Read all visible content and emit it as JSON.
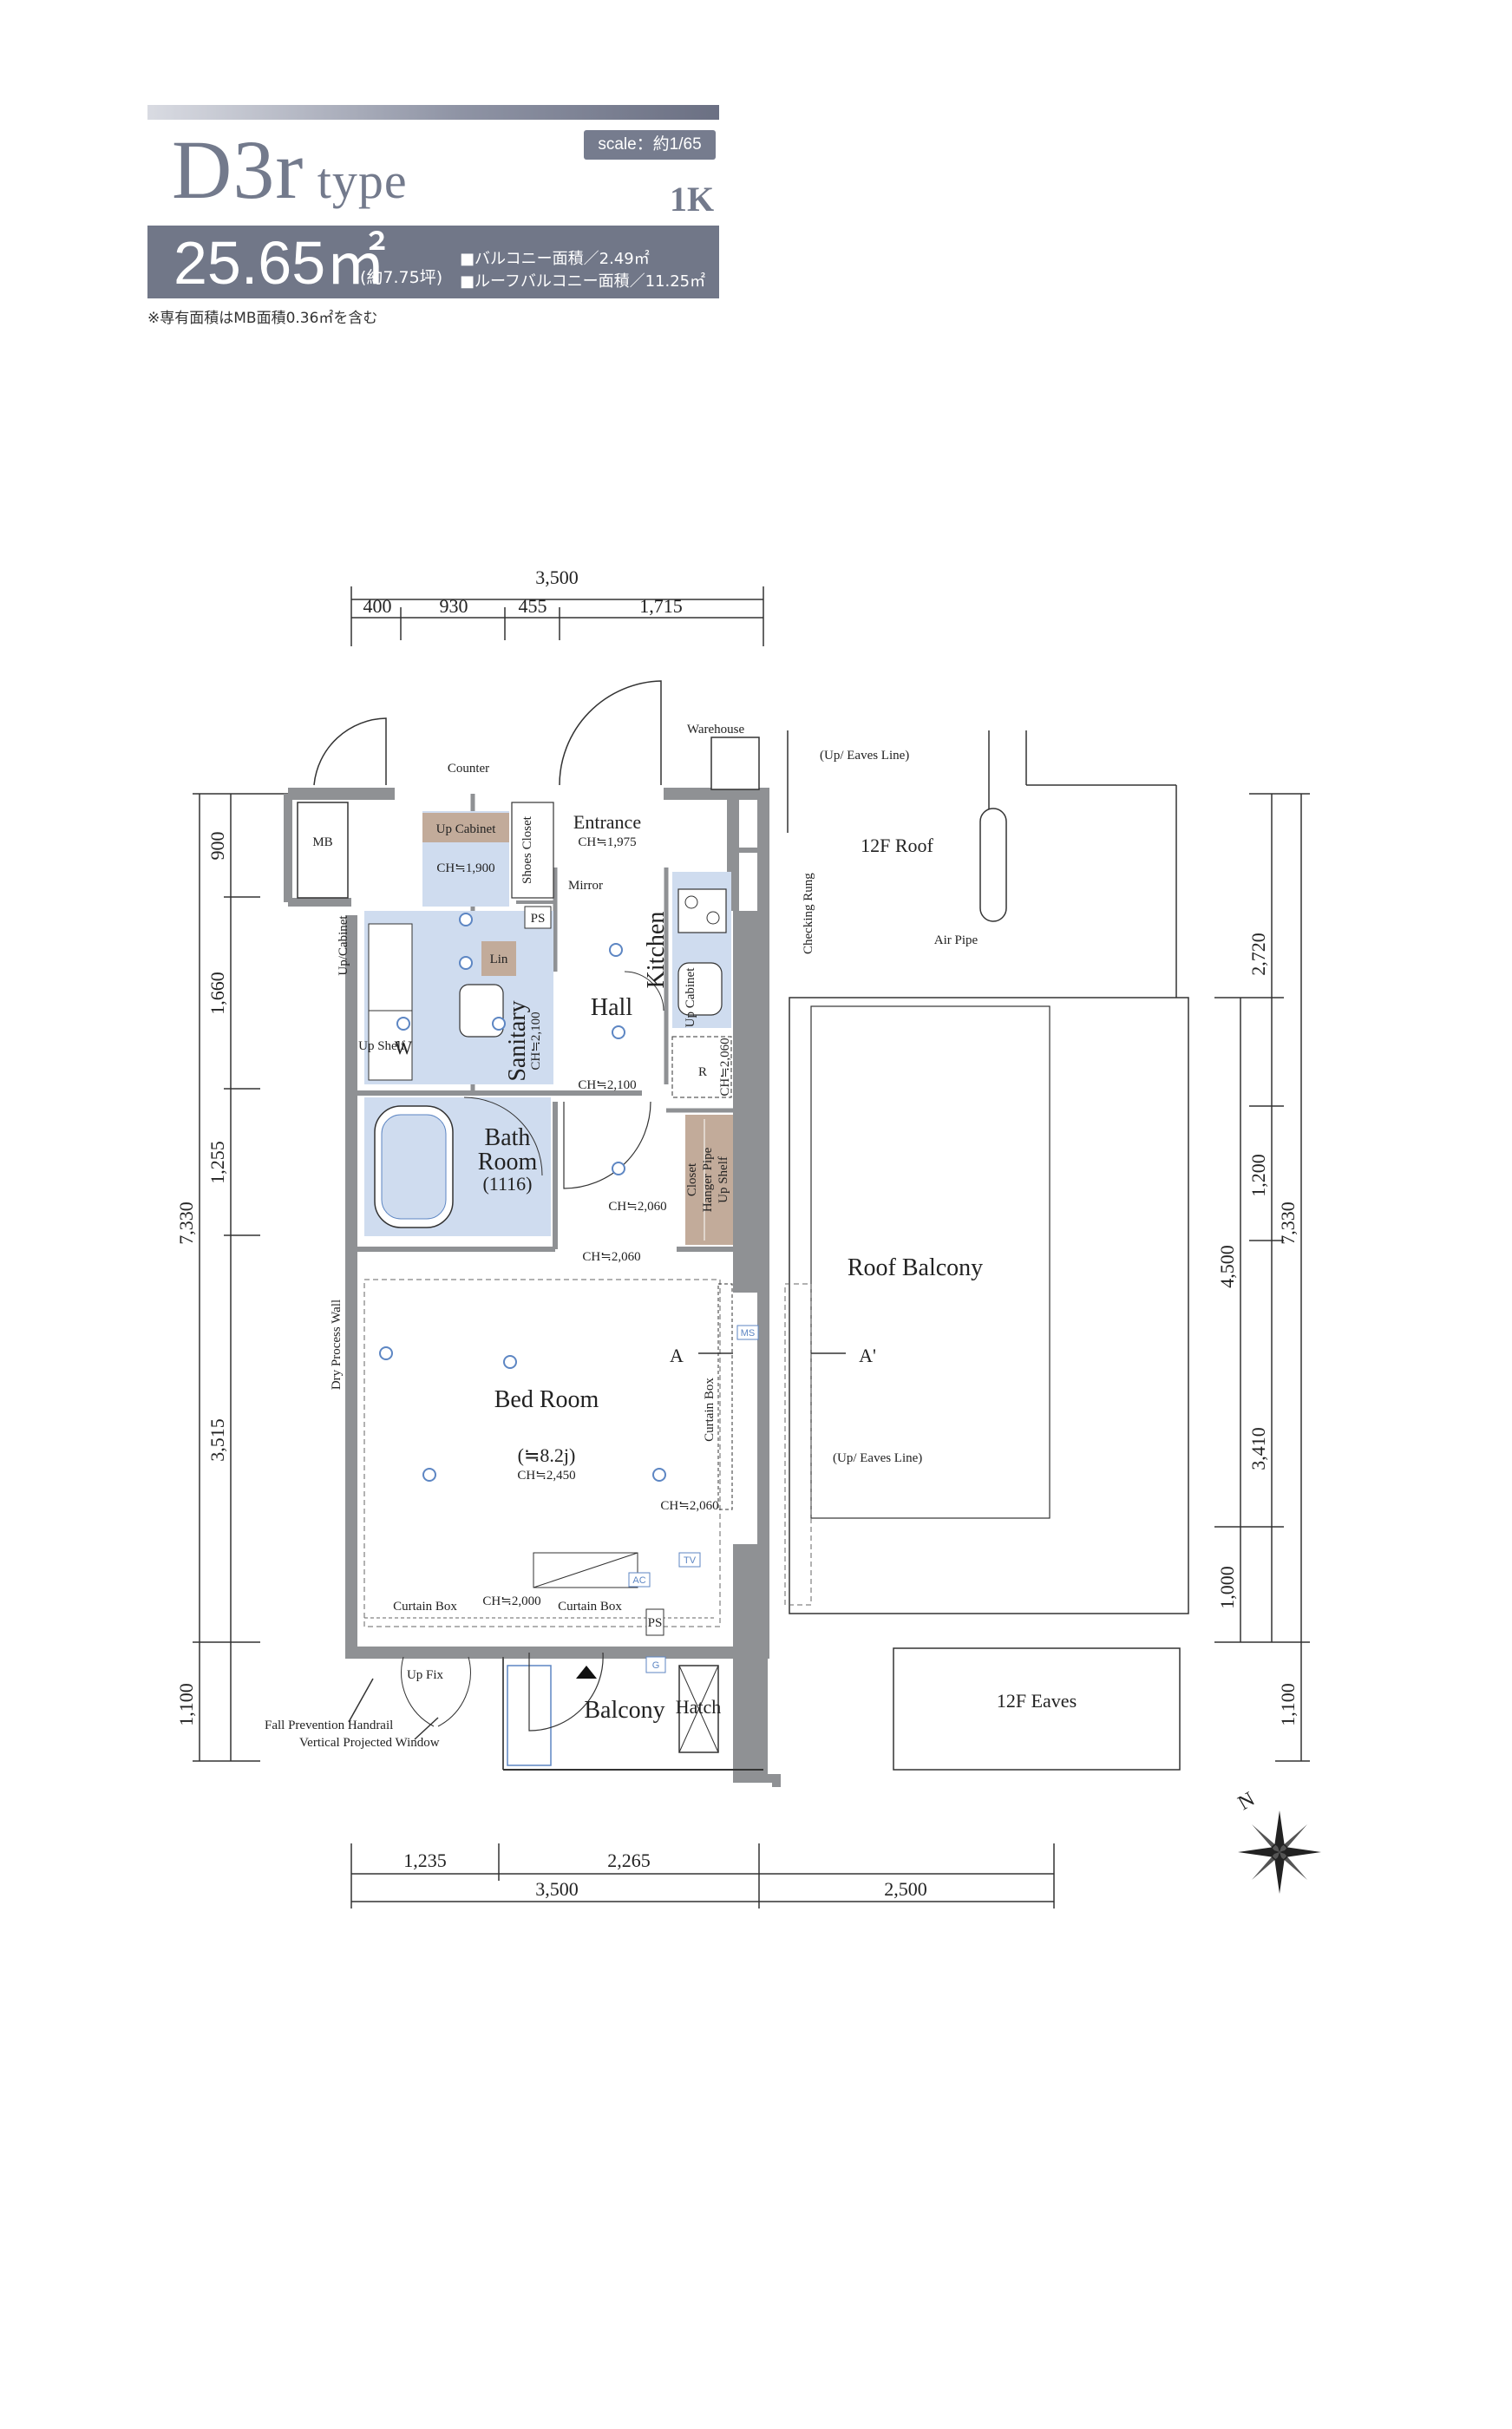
{
  "header": {
    "plan_name_main": "D3r",
    "plan_name_suffix": " type",
    "scale": "scale：約1/65",
    "room_type": "1K",
    "area_value": "25.65㎡",
    "area_tsubo": "(約7.75坪)",
    "balcony_area": "■バルコニー面積／2.49㎡",
    "roof_balcony_area": "■ルーフバルコニー面積／11.25㎡",
    "note": "※専有面積はMB面積0.36㎡を含む"
  },
  "dimensions": {
    "top_total": "3,500",
    "top_segments": [
      "400",
      "930",
      "455",
      "1,715"
    ],
    "left_total": "7,330",
    "left_segments": [
      "900",
      "1,660",
      "1,255",
      "3,515",
      "1,100"
    ],
    "right_inner": [
      "2,720",
      "1,200",
      "3,410",
      "1,000"
    ],
    "right_inner_total": "4,500",
    "right_outer": [
      "7,330",
      "1,100"
    ],
    "bottom_segments": [
      "1,235",
      "2,265"
    ],
    "bottom_total": "3,500",
    "bottom_right": "2,500"
  },
  "rooms": {
    "entrance": "Entrance",
    "hall": "Hall",
    "kitchen": "Kitchen",
    "sanitary": "Sanitary",
    "bath_room": "Bath",
    "bath_room_line2": "Room",
    "bath_size": "(1116)",
    "bed_room": "Bed Room",
    "bed_size": "(≒8.2j)",
    "balcony": "Balcony",
    "roof_balcony": "Roof Balcony",
    "roof_12f": "12F Roof",
    "eaves_12f": "12F Eaves",
    "mb": "MB",
    "hatch": "Hatch",
    "warehouse": "Warehouse"
  },
  "labels": {
    "counter": "Counter",
    "up_cabinet": "Up Cabinet",
    "up_cabinet_left": "Up/Cabinet",
    "up_cabinet_kitchen": "Up Cabinet",
    "shoes_closet": "Shoes Closet",
    "mirror": "Mirror",
    "ps": "PS",
    "lin": "Lin",
    "w": "W",
    "up_shelf": "Up Shelf",
    "r": "R",
    "closet": "Closet",
    "hanger_pipe": "Hanger Pipe",
    "up_shelf_closet": "Up Shelf",
    "dry_process_wall": "Dry Process Wall",
    "curtain_box": "Curtain Box",
    "curtain_box_left": "Curtain Box",
    "curtain_box_right": "Curtain Box",
    "up_fix": "Up Fix",
    "fall_prevention": "Fall Prevention Handrail",
    "vertical_window": "Vertical Projected Window",
    "checking_rung": "Checking Rung",
    "air_pipe": "Air Pipe",
    "up_eaves_top": "(Up/ Eaves Line)",
    "up_eaves_mid": "(Up/ Eaves Line)",
    "section_a": "A",
    "section_a2": "A'",
    "ch_1900": "CH≒1,900",
    "ch_1975": "CH≒1,975",
    "ch_2100": "CH≒2,100",
    "ch_2100b": "CH≒2,100",
    "ch_2060": "CH≒2,060",
    "ch_2060b": "CH≒2,060",
    "ch_2060c": "CH≒2,060",
    "ch_2060k": "CH≒2,060",
    "ch_2450": "CH≒2,450",
    "ch_2000": "CH≒2,000",
    "ps_bottom": "PS",
    "g": "G",
    "ac": "AC",
    "tv": "TV",
    "ms": "MS"
  },
  "colors": {
    "header_bar": "#717788",
    "wet_area": "#cfdcef",
    "cabinet": "#c2ab9a",
    "wall": "#8f9194",
    "fixture_blue": "#5d86c3"
  }
}
